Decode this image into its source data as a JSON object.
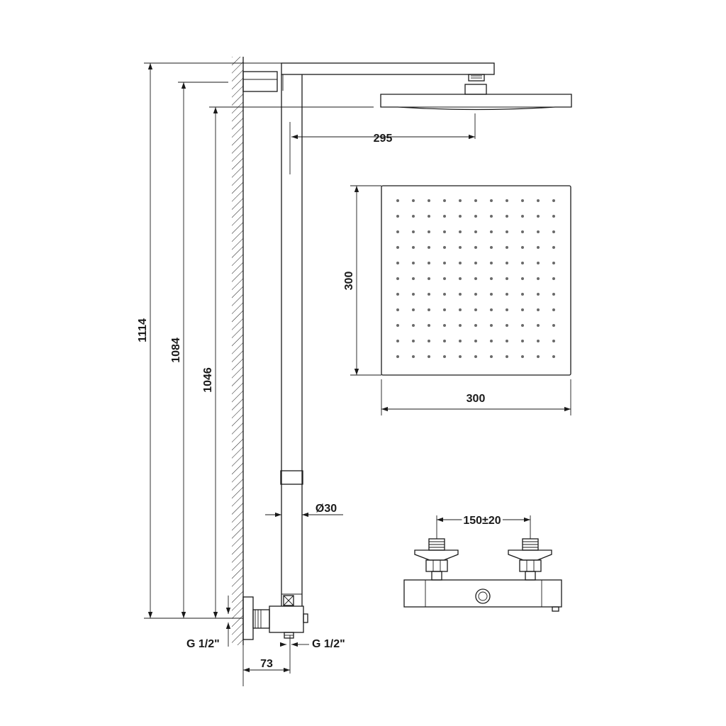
{
  "dimensions": {
    "total_height": "1114",
    "arm_height": "1084",
    "head_height": "1046",
    "arm_projection": "295",
    "head_depth": "300",
    "head_width": "300",
    "pipe_diameter": "Ø30",
    "inlet_thread_left": "G 1/2\"",
    "inlet_thread_right": "G 1/2\"",
    "wall_offset": "73",
    "inlet_spacing": "150±20"
  },
  "shower_head": {
    "nozzle_rows": 11,
    "nozzle_cols": 11
  }
}
